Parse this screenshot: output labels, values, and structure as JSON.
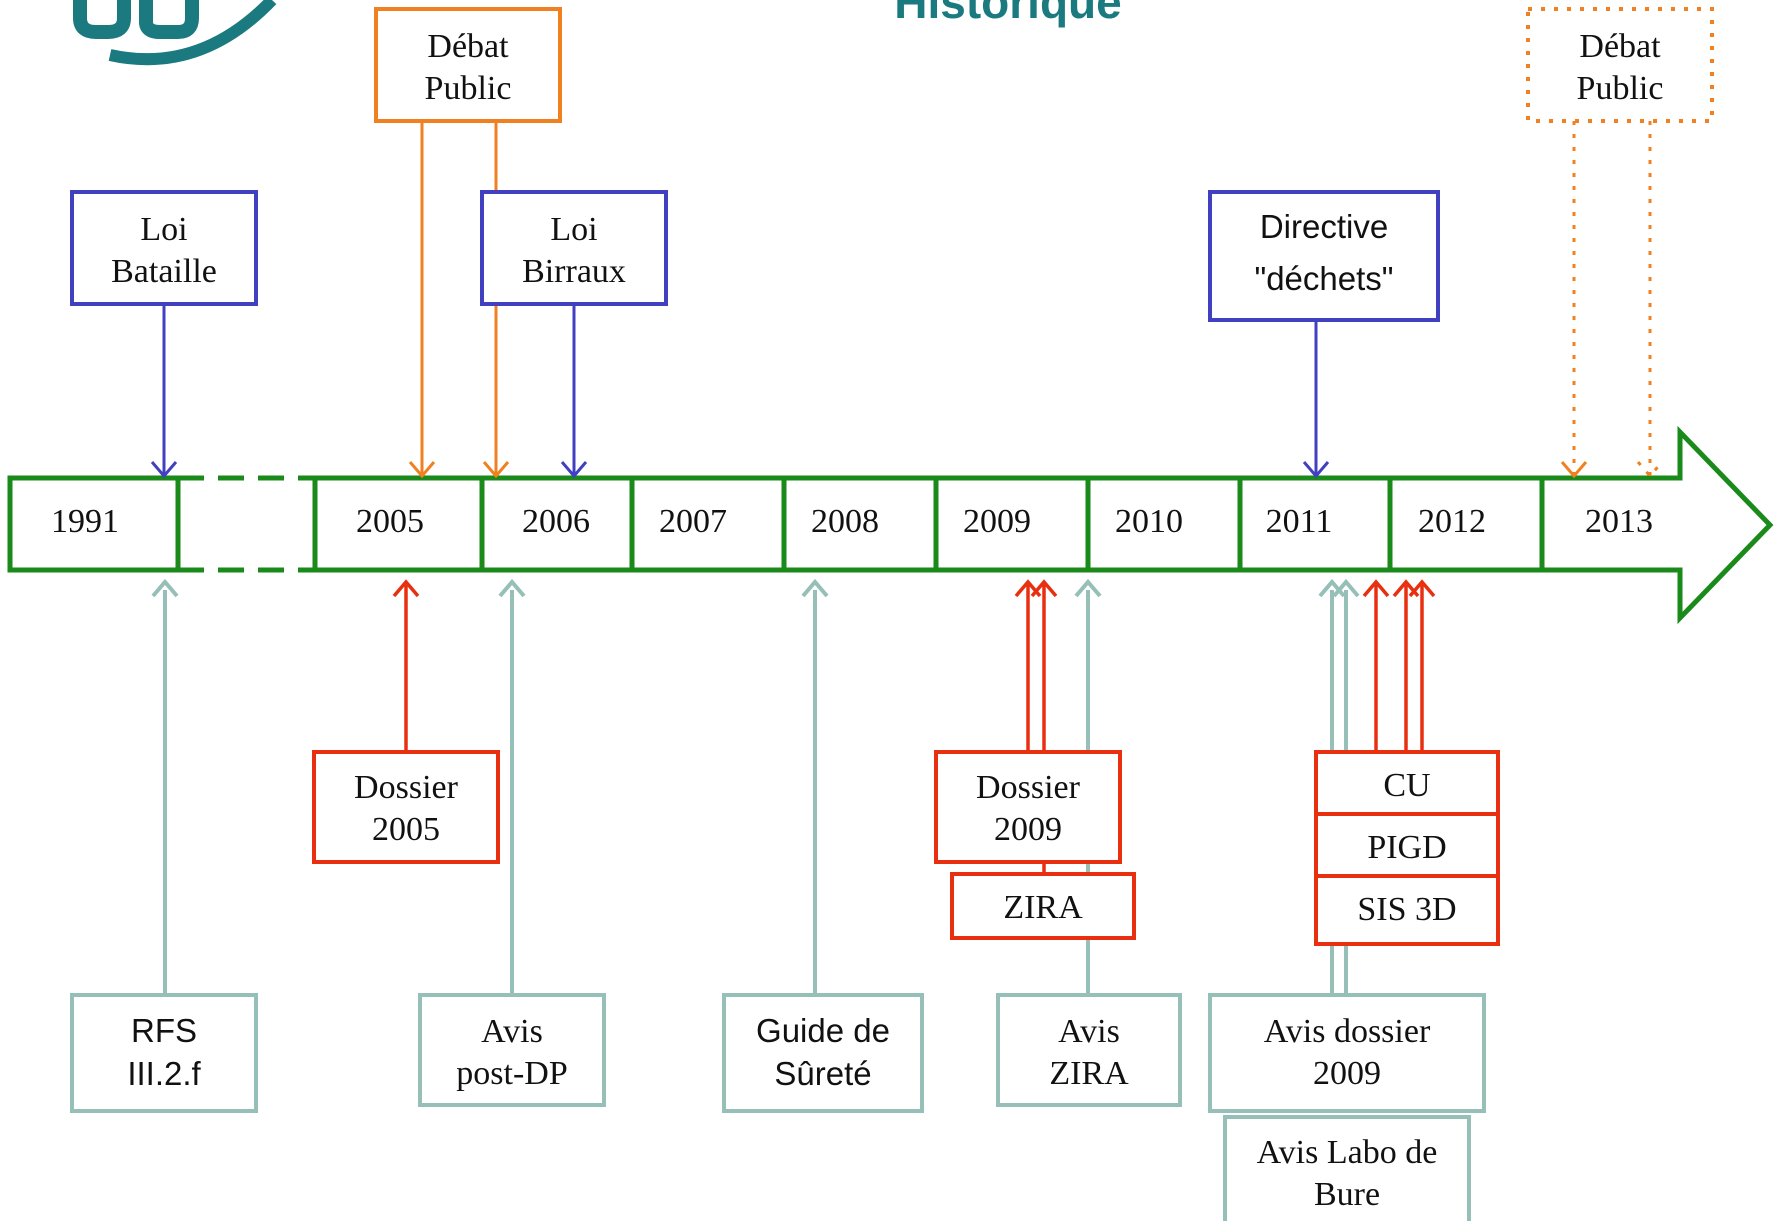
{
  "header": {
    "title": "Historique"
  },
  "colors": {
    "timeline": "#1a8a1a",
    "law": "#4040c0",
    "public_debate": "#f08020",
    "dossier": "#e83010",
    "opinion": "#96bfb8",
    "logo": "#1a7a80"
  },
  "timeline": {
    "years": [
      "1991",
      "2005",
      "2006",
      "2007",
      "2008",
      "2009",
      "2010",
      "2011",
      "2012",
      "2013"
    ]
  },
  "events_above": [
    {
      "id": "loi-bataille",
      "lines": [
        "Loi",
        "Bataille"
      ],
      "kind": "law",
      "font": "serif"
    },
    {
      "id": "debat-public-2005",
      "lines": [
        "Débat",
        "Public"
      ],
      "kind": "public_debate",
      "font": "serif"
    },
    {
      "id": "loi-birraux",
      "lines": [
        "Loi",
        "Birraux"
      ],
      "kind": "law",
      "font": "serif"
    },
    {
      "id": "directive-dechets",
      "lines": [
        "Directive",
        "\"déchets\""
      ],
      "kind": "law",
      "font": "sans"
    },
    {
      "id": "debat-public-2013",
      "lines": [
        "Débat",
        "Public"
      ],
      "kind": "public_debate",
      "font": "serif",
      "style": "dotted"
    }
  ],
  "dossiers": [
    {
      "id": "dossier-2005",
      "lines": [
        "Dossier",
        "2005"
      ]
    },
    {
      "id": "dossier-2009",
      "lines": [
        "Dossier",
        "2009"
      ]
    },
    {
      "id": "zira",
      "lines": [
        "ZIRA"
      ]
    },
    {
      "id": "cu",
      "lines": [
        "CU"
      ]
    },
    {
      "id": "pigd",
      "lines": [
        "PIGD"
      ]
    },
    {
      "id": "sis-3d",
      "lines": [
        "SIS 3D"
      ]
    }
  ],
  "opinions": [
    {
      "id": "rfs",
      "lines": [
        "RFS",
        "III.2.f"
      ],
      "font": "sans"
    },
    {
      "id": "avis-post-dp",
      "lines": [
        "Avis",
        "post-DP"
      ],
      "font": "serif"
    },
    {
      "id": "guide-surete",
      "lines": [
        "Guide de",
        "Sûreté"
      ],
      "font": "sans"
    },
    {
      "id": "avis-zira",
      "lines": [
        "Avis",
        "ZIRA"
      ],
      "font": "serif"
    },
    {
      "id": "avis-dossier-2009",
      "lines": [
        "Avis dossier",
        "2009"
      ],
      "font": "serif"
    },
    {
      "id": "avis-labo-bure",
      "lines": [
        "Avis Labo de",
        "Bure"
      ],
      "font": "serif"
    }
  ]
}
